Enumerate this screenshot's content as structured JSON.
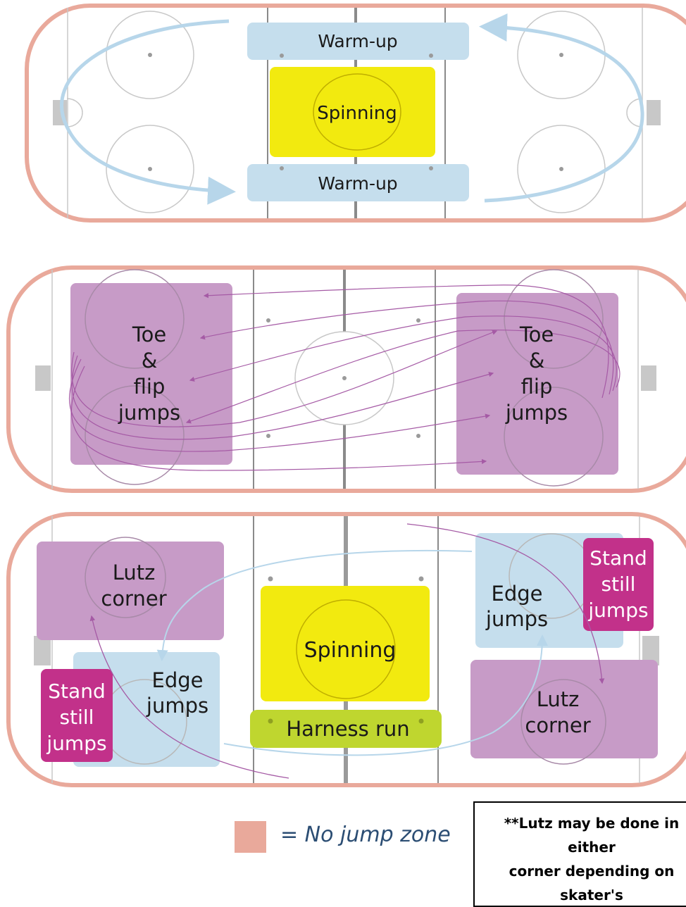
{
  "colors": {
    "rink_border": "#e9a99b",
    "rink_line": "#9a9a9a",
    "warmup": "#c5deed",
    "spinning": "#f2ea0f",
    "purple_zone": "#c79bc7",
    "magenta_zone": "#c2318a",
    "harness": "#bfd62f",
    "edge_zone": "#c5deed",
    "arrow_blue": "#b7d6ea",
    "arrow_purple": "#a55aa5",
    "legend_text": "#2b4d73"
  },
  "rink1": {
    "warmup_top": "Warm-up",
    "spinning": "Spinning",
    "warmup_bottom": "Warm-up"
  },
  "rink2": {
    "left_zone": [
      "Toe",
      "&",
      "flip",
      "jumps"
    ],
    "right_zone": [
      "Toe",
      "&",
      "flip",
      "jumps"
    ]
  },
  "rink3": {
    "lutz_left": [
      "Lutz",
      "corner"
    ],
    "edge_left": [
      "Edge",
      "jumps"
    ],
    "stand_left": [
      "Stand",
      "still",
      "jumps"
    ],
    "spinning": "Spinning",
    "harness": "Harness run",
    "edge_right": [
      "Edge",
      "jumps"
    ],
    "stand_right": [
      "Stand",
      "still",
      "jumps"
    ],
    "lutz_right": [
      "Lutz",
      "corner"
    ]
  },
  "legend": {
    "label": "= No jump zone"
  },
  "note": {
    "text": "**Lutz may be done in either\ncorner depending on skater's\njumping direction"
  }
}
